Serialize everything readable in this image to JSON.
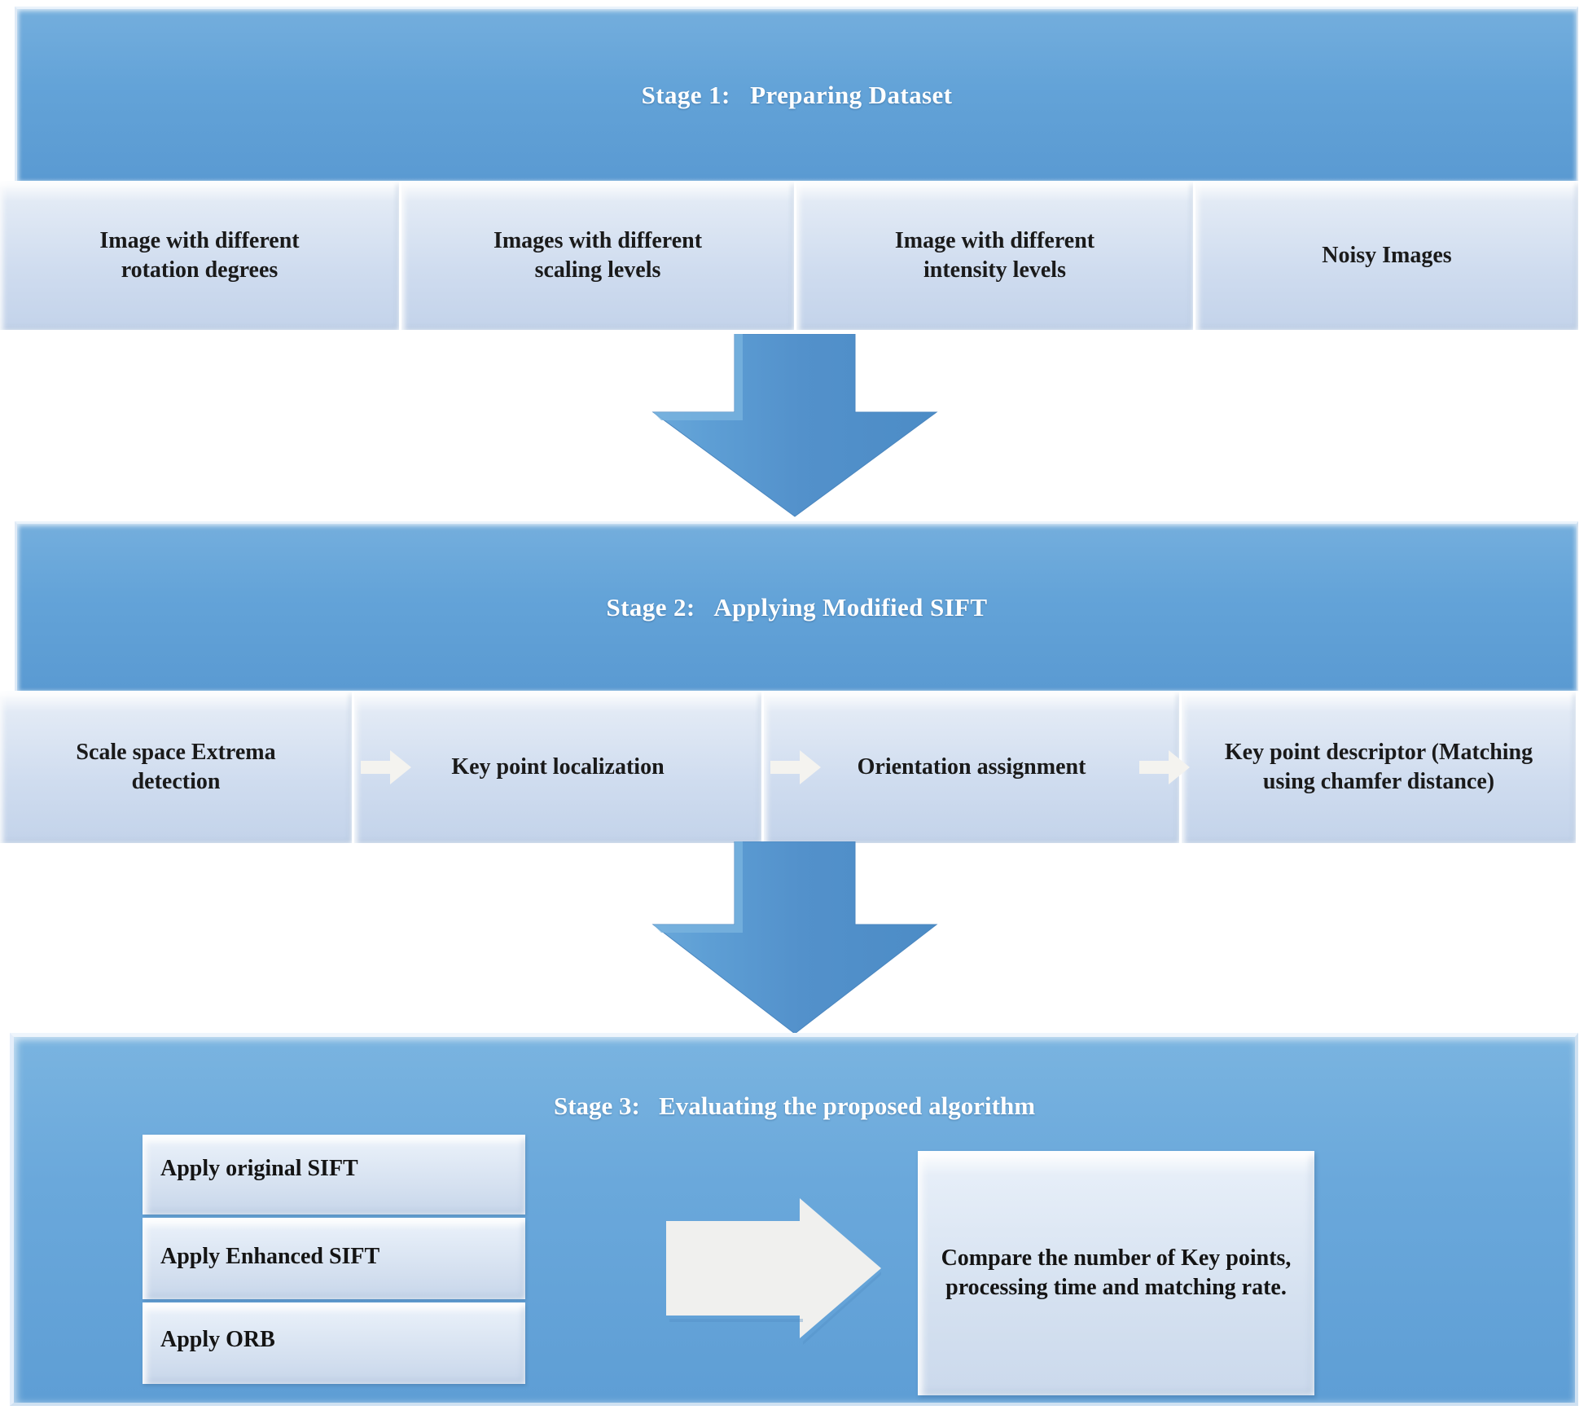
{
  "diagram": {
    "title": "Three-stage methodology flowchart",
    "colors": {
      "stage_header_blue": "#63a3d8",
      "sub_box_light_blue": "#cfdcef",
      "arrow_blue": "#5b9bd5",
      "arrow_white": "#f2f2f2",
      "header_text": "#ffffff",
      "body_text": "#1a1a1a"
    }
  },
  "stage1": {
    "title": "Stage 1:   Preparing Dataset",
    "boxes": [
      {
        "label": "Image with different\nrotation degrees"
      },
      {
        "label": "Images with different\nscaling levels"
      },
      {
        "label": "Image with different\nintensity levels"
      },
      {
        "label": "Noisy Images"
      }
    ]
  },
  "stage2": {
    "title": "Stage 2:   Applying Modified SIFT",
    "boxes": [
      {
        "label": "Scale space Extrema\ndetection",
        "bold_part": ""
      },
      {
        "label": "Key point localization",
        "bold_part": ""
      },
      {
        "label": "Orientation assignment",
        "bold_part": ""
      },
      {
        "label": "Key point descriptor (",
        "bold_part": "Matching\nusing chamfer distance",
        "label_tail": ")"
      }
    ],
    "connector_icon": "arrow-right-icon"
  },
  "stage3": {
    "title": "Stage 3:   Evaluating the proposed algorithm",
    "apply_boxes": [
      {
        "label": "Apply  original SIFT"
      },
      {
        "label": "Apply  Enhanced SIFT"
      },
      {
        "label": "Apply  ORB"
      }
    ],
    "arrow_icon": "arrow-right-icon",
    "result_box": {
      "label": "Compare the number of Key points,\nprocessing time and matching rate."
    }
  },
  "connectors": [
    {
      "icon": "arrow-down-icon",
      "from": "stage1",
      "to": "stage2"
    },
    {
      "icon": "arrow-down-icon",
      "from": "stage2",
      "to": "stage3"
    }
  ]
}
